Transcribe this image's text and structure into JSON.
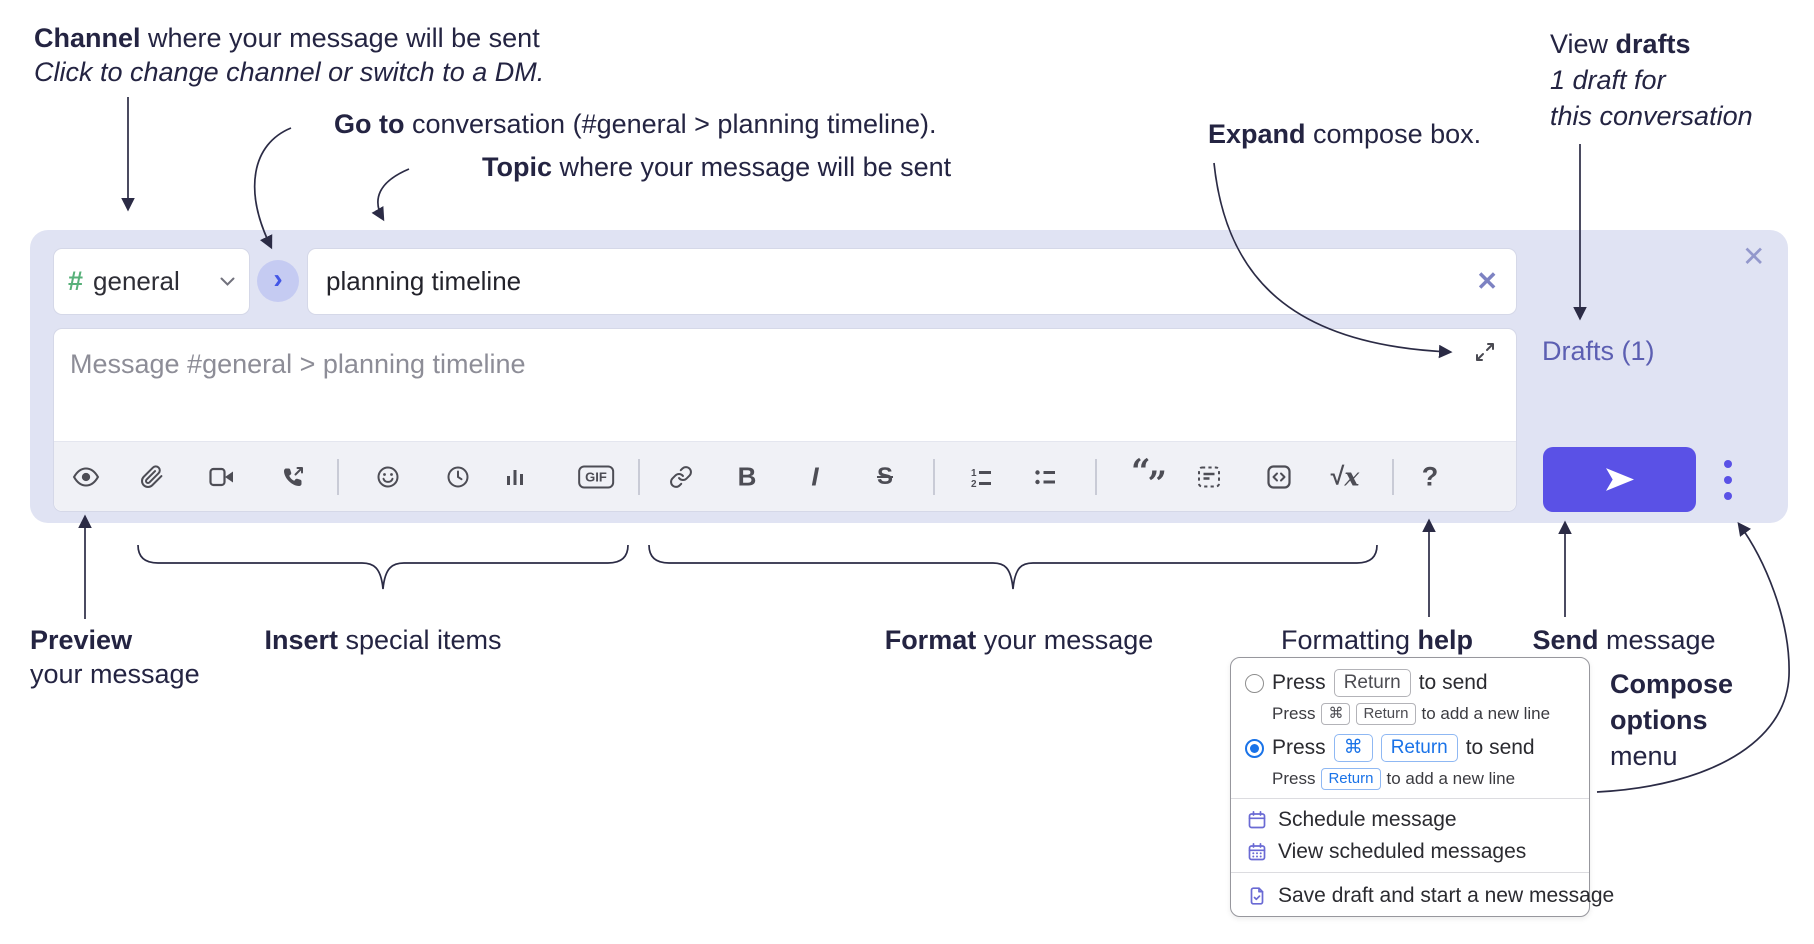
{
  "annotations": {
    "channel": {
      "bold": "Channel",
      "rest": " where your message will be sent",
      "line2": "Click to change channel or switch to a DM."
    },
    "goto": {
      "bold": "Go to",
      "rest": " conversation (#general > planning timeline)."
    },
    "topic": {
      "bold": "Topic",
      "rest": " where your message will be sent"
    },
    "expand": {
      "bold": "Expand",
      "rest": " compose box."
    },
    "view_drafts": {
      "pre": "View ",
      "bold": "drafts",
      "line2": "1 draft for",
      "line3": "this conversation"
    },
    "preview": {
      "bold": "Preview",
      "line2": "your message"
    },
    "insert": {
      "bold": "Insert",
      "rest": " special items"
    },
    "format": {
      "bold": "Format",
      "rest": " your message"
    },
    "formatting_help": {
      "pre": "Formatting ",
      "bold": "help"
    },
    "send": {
      "bold": "Send",
      "rest": " message"
    },
    "compose_options": {
      "line1": "Compose",
      "line2": "options",
      "line3": "menu"
    }
  },
  "composer": {
    "channel_hash": "#",
    "channel_name": "general",
    "goto_chevron": "›",
    "topic_value": "planning timeline",
    "topic_clear": "✕",
    "close": "✕",
    "message_placeholder": "Message #general > planning timeline",
    "drafts_label": "Drafts (1)"
  },
  "toolbar": {
    "bold": "B",
    "italic": "I",
    "strike": "S",
    "gif": "GIF",
    "quote_open": "“",
    "quote_close": "”",
    "formula_root": "√",
    "formula_x": "x",
    "help": "?",
    "icons": [
      "preview-eye",
      "attachment-paperclip",
      "video-clip",
      "audio-call",
      "emoji",
      "recent-clock",
      "poll-bars",
      "gif",
      "link",
      "bold",
      "italic",
      "strikethrough",
      "ordered-list",
      "bulleted-list",
      "blockquote",
      "code-block",
      "inline-code",
      "formula",
      "formatting-help"
    ]
  },
  "menu": {
    "option_return": {
      "press": "Press",
      "key": "Return",
      "suffix": "to send",
      "sub_press": "Press",
      "sub_key1": "⌘",
      "sub_key2": "Return",
      "sub_suffix": "to add a new line"
    },
    "option_cmd_return": {
      "press": "Press",
      "key1": "⌘",
      "key2": "Return",
      "suffix": "to send",
      "sub_press": "Press",
      "sub_key": "Return",
      "sub_suffix": "to add a new line"
    },
    "schedule": "Schedule message",
    "view_scheduled": "View scheduled messages",
    "save_draft": "Save draft and start a new message"
  },
  "colors": {
    "accent_purple": "#5a51e6",
    "panel_lavender": "#e0e3f3",
    "drafts_link": "#5c5fb2",
    "channel_hash_green": "#57b079",
    "radio_blue": "#1a73e8",
    "menu_icon_purple": "#6a6ad4"
  }
}
